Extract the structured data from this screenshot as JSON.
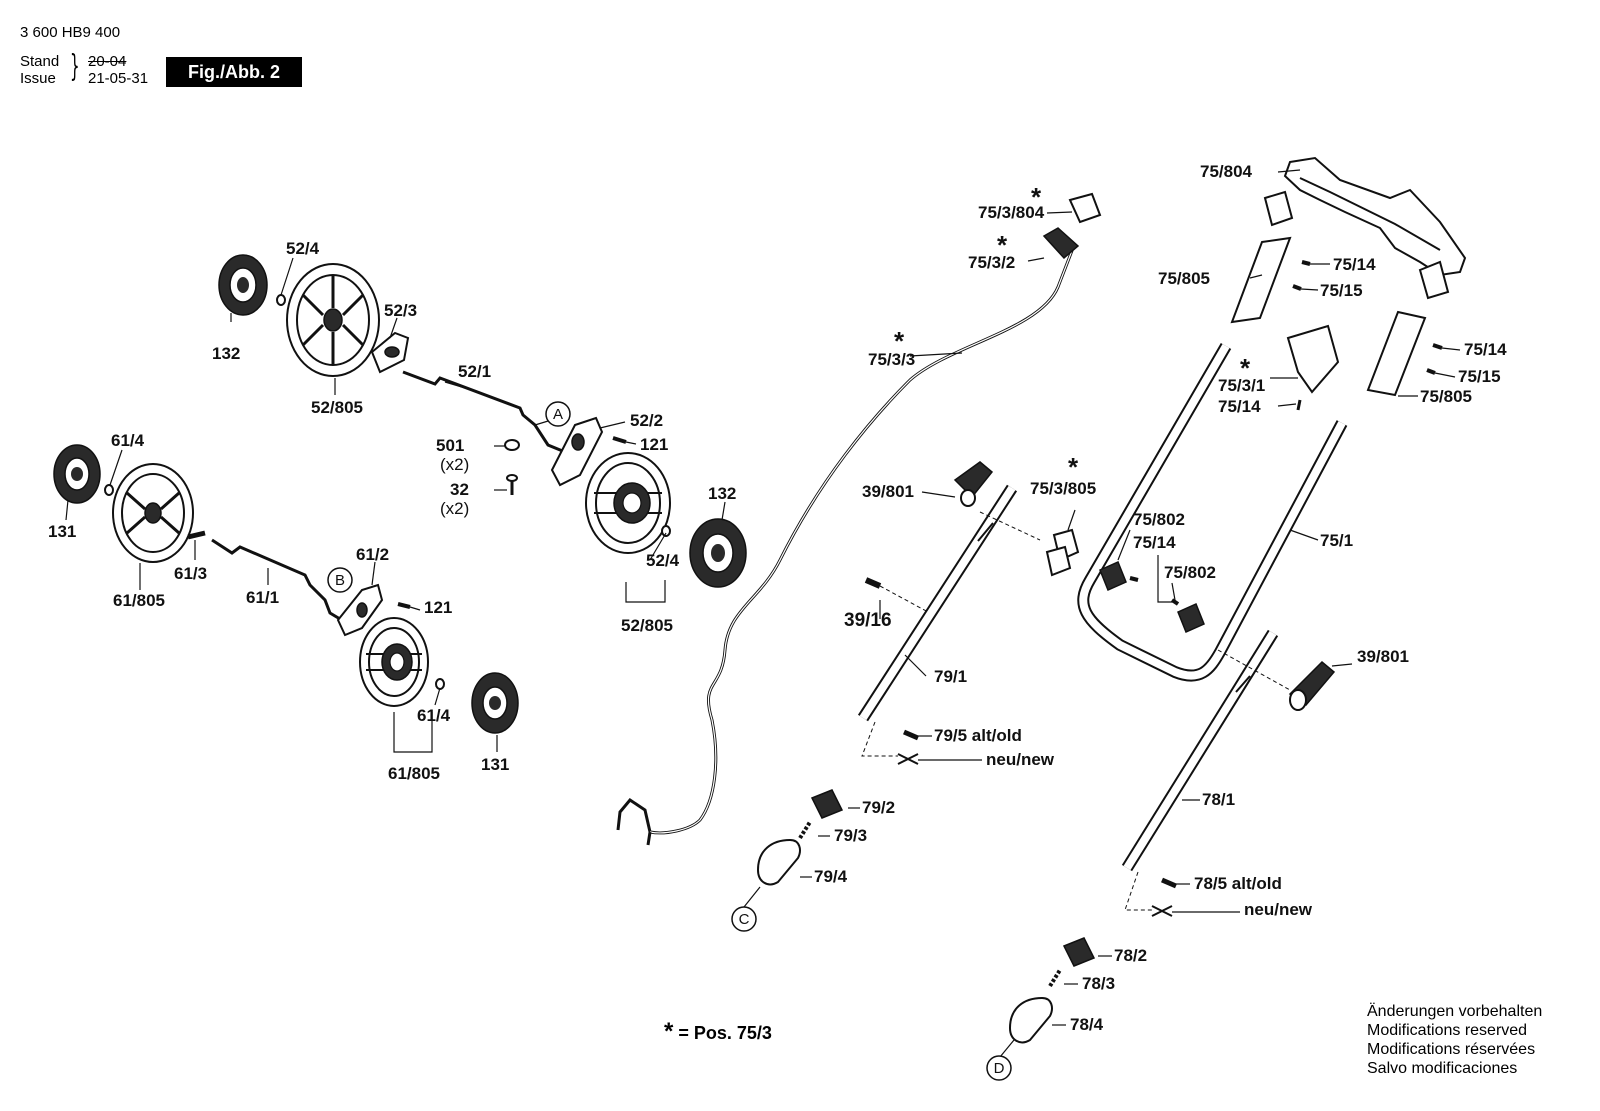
{
  "header": {
    "doc_number": "3 600 HB9 400",
    "stand_label": "Stand",
    "issue_label": "Issue",
    "stand_date": "20-04",
    "issue_date": "21-05-31",
    "figure_label": "Fig./Abb. 2"
  },
  "legend": {
    "star": "*",
    "text": "= Pos. 75/3"
  },
  "modifications_note": [
    "Änderungen vorbehalten",
    "Modifications reserved",
    "Modifications réservées",
    "Salvo modificaciones"
  ],
  "detail_markers": [
    "A",
    "B",
    "C",
    "D"
  ],
  "labels": {
    "p52_4a": "52/4",
    "p132a": "132",
    "p52_3": "52/3",
    "p52_805a": "52/805",
    "p52_1": "52/1",
    "p501": "501",
    "x2a": "(x2)",
    "p32": "32",
    "x2b": "(x2)",
    "p52_2": "52/2",
    "p121a": "121",
    "p132b": "132",
    "p52_4b": "52/4",
    "p52_805b": "52/805",
    "p61_4a": "61/4",
    "p131a": "131",
    "p61_805a": "61/805",
    "p61_3": "61/3",
    "p61_1": "61/1",
    "p61_2": "61/2",
    "p121b": "121",
    "p61_4b": "61/4",
    "p131b": "131",
    "p61_805b": "61/805",
    "p75_3_804": "75/3/804",
    "p75_3_2": "75/3/2",
    "p75_3_3": "75/3/3",
    "p39_801a": "39/801",
    "p75_3_805": "75/3/805",
    "p39_16": "39/16",
    "p79_1": "79/1",
    "p79_5": "79/5 alt/old",
    "neu_a": "neu/new",
    "p79_2": "79/2",
    "p79_3": "79/3",
    "p79_4": "79/4",
    "p75_804": "75/804",
    "p75_805a": "75/805",
    "p75_14a": "75/14",
    "p75_15a": "75/15",
    "p75_3_1": "75/3/1",
    "p75_14b": "75/14",
    "p75_14c": "75/14",
    "p75_15b": "75/15",
    "p75_805b": "75/805",
    "p75_802a": "75/802",
    "p75_14d": "75/14",
    "p75_802b": "75/802",
    "p75_1": "75/1",
    "p39_801b": "39/801",
    "p78_1": "78/1",
    "p78_5": "78/5 alt/old",
    "neu_b": "neu/new",
    "p78_2": "78/2",
    "p78_3": "78/3",
    "p78_4": "78/4"
  }
}
